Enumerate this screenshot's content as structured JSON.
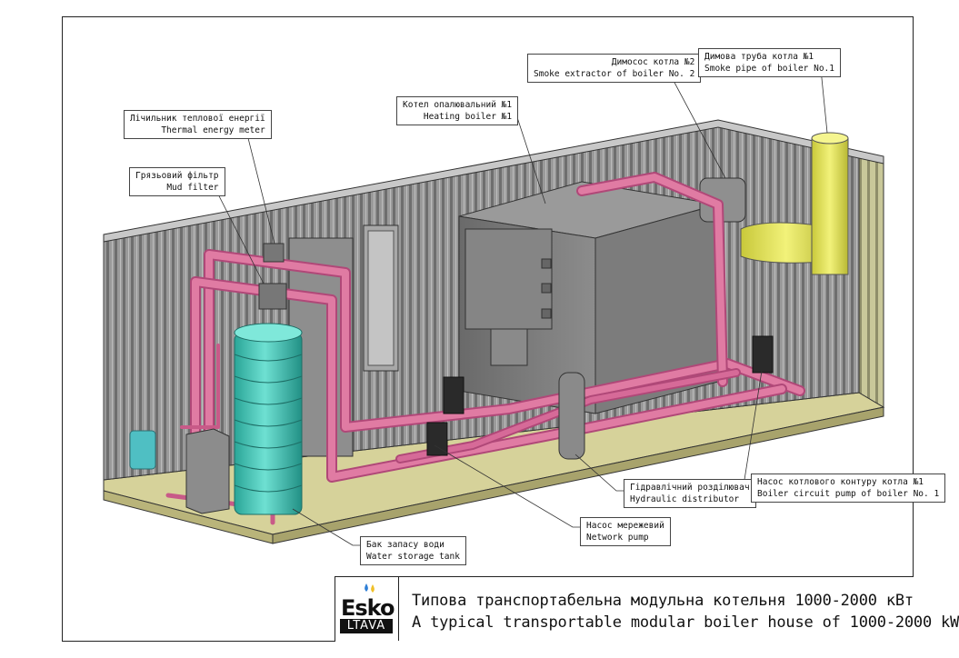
{
  "callouts": {
    "thermal_meter": {
      "uk": "Лічильник теплової енергії",
      "en": "Thermal energy meter"
    },
    "mud_filter": {
      "uk": "Грязьовий фільтр",
      "en": "Mud filter"
    },
    "heating_boiler": {
      "uk": "Котел опалювальний №1",
      "en": "Heating boiler №1"
    },
    "smoke_extractor": {
      "uk": "Димосос котла №2",
      "en": "Smoke extractor of boiler No. 2"
    },
    "smoke_pipe": {
      "uk": "Димова труба котла №1",
      "en": "Smoke pipe of boiler No.1"
    },
    "hydraulic_distributor": {
      "uk": "Гідравлічний розділювач",
      "en": "Hydraulic distributor"
    },
    "boiler_pump": {
      "uk": "Насос котлового контуру котла №1",
      "en": "Boiler circuit pump of boiler No. 1"
    },
    "network_pump": {
      "uk": "Насос мережевий",
      "en": "Network pump"
    },
    "water_tank": {
      "uk": "Бак запасу води",
      "en": "Water storage tank"
    }
  },
  "title_block": {
    "logo_top": "Esko",
    "logo_bottom": "LTAVA",
    "title_uk": "Типова транспортабельна модульна котельня 1000-2000 кВт",
    "title_en": "A typical transportable modular boiler house of 1000-2000 kW"
  },
  "colors": {
    "pipe": "#e0709a",
    "pipe_dark": "#b04878",
    "wall": "#8a8a8a",
    "floor": "#dcd8a0",
    "boiler": "#7c7c7c",
    "tank": "#3ec9b8",
    "chimney": "#e4e456"
  }
}
